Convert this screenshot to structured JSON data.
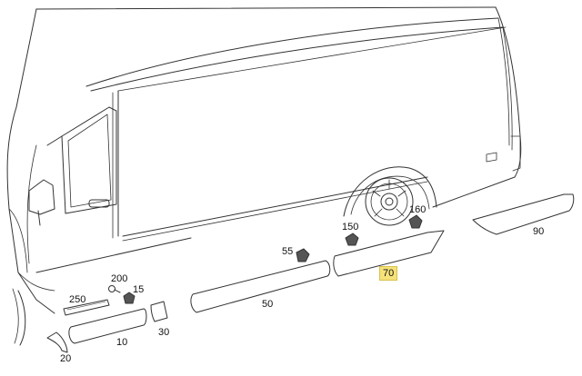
{
  "diagram": {
    "colors": {
      "line": "#333333",
      "highlight": "#f5e27a"
    },
    "callouts": {
      "c10": "10",
      "c15": "15",
      "c20": "20",
      "c30": "30",
      "c50": "50",
      "c55": "55",
      "c70": "70",
      "c90": "90",
      "c150": "150",
      "c160": "160",
      "c200": "200",
      "c250": "250"
    },
    "highlighted_part": "70"
  }
}
